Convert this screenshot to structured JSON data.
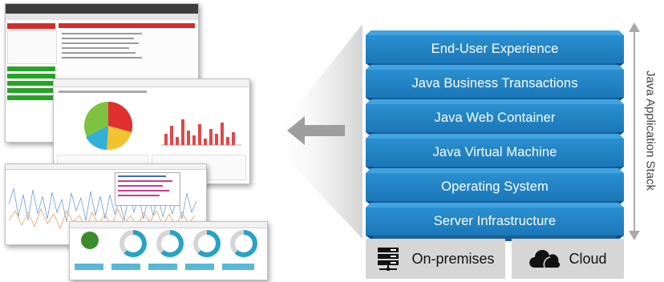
{
  "stack": {
    "layers": [
      "End-User Experience",
      "Java Business Transactions",
      "Java Web Container",
      "Java Virtual Machine",
      "Operating System",
      "Server Infrastructure"
    ],
    "deployment": {
      "on_premises": "On-premises",
      "cloud": "Cloud"
    },
    "axis_label": "Java Application Stack"
  },
  "colors": {
    "layer_blue": "#1e80c2",
    "layer_dark": "#0f4e86",
    "base_grey": "#d6d6d6",
    "arrow_grey": "#9e9e9e"
  },
  "icons": {
    "on_premises": "server-icon",
    "cloud": "cloud-icon",
    "pointer": "left-arrow-icon",
    "axis": "double-headed-arrow-icon"
  }
}
